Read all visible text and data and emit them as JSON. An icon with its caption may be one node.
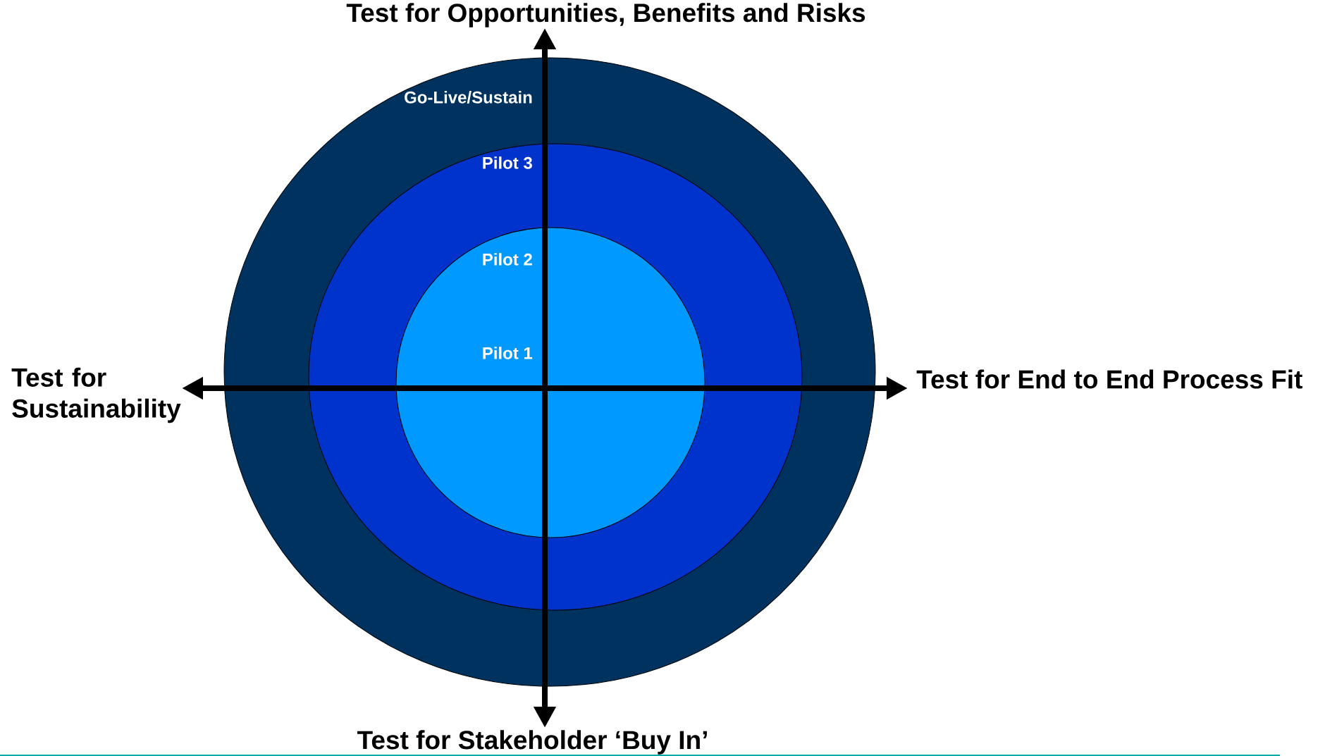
{
  "diagram": {
    "nodes": [
      {
        "text": [
          "Go-Live/Sustain"
        ]
      },
      {
        "text": [
          "Pilot 3"
        ],
        "in": 0
      },
      {
        "text": [
          "Pilot 2",
          "Pilot 1"
        ],
        "in": 1
      }
    ],
    "labels": [
      "Test for Opportunities, Benefits and Risks",
      "Test for Sustainability",
      "Test for End to End Process Fit",
      "Test for Stakeholder ‘Buy In’"
    ]
  }
}
